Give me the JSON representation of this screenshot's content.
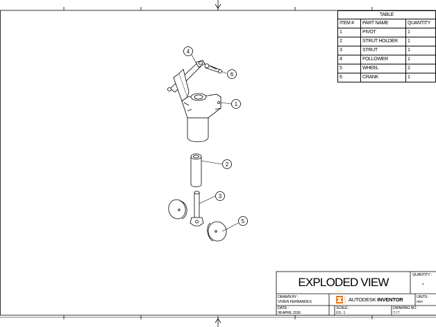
{
  "parts_table": {
    "title": "TABLE",
    "headers": [
      "ITEM #",
      "PART NAME",
      "QUANTITY"
    ],
    "rows": [
      {
        "item": "1",
        "name": "PIVOT",
        "qty": "1"
      },
      {
        "item": "2",
        "name": "STRUT HOLDER",
        "qty": "1"
      },
      {
        "item": "3",
        "name": "STRUT",
        "qty": "1"
      },
      {
        "item": "4",
        "name": "FOLLOWER",
        "qty": "1"
      },
      {
        "item": "5",
        "name": "WHEEL",
        "qty": "2"
      },
      {
        "item": "6",
        "name": "CRANK",
        "qty": "1"
      }
    ]
  },
  "balloons": [
    "1",
    "2",
    "3",
    "4",
    "5",
    "6"
  ],
  "title_block": {
    "title": "EXPLODED VIEW",
    "quantity_label": "QUANTITY :",
    "quantity_value": "-",
    "drawn_by_label": "DRAWN BY :",
    "drawn_by_value": "VIVIEN FERNANDES",
    "logo_text": "AUTODESK",
    "logo_product": "INVENTOR",
    "units_label": "UNITS :",
    "units_value": "mm",
    "date_label": "DATE :",
    "date_value": "08 APRIL 2016",
    "scale_label": "SCALE :",
    "scale_value": "0.5 : 1",
    "drawing_no_label": "DRAWING NO :",
    "drawing_no_value": "7 / 7"
  },
  "colors": {
    "line": "#000000",
    "logo": "#e8731a"
  }
}
